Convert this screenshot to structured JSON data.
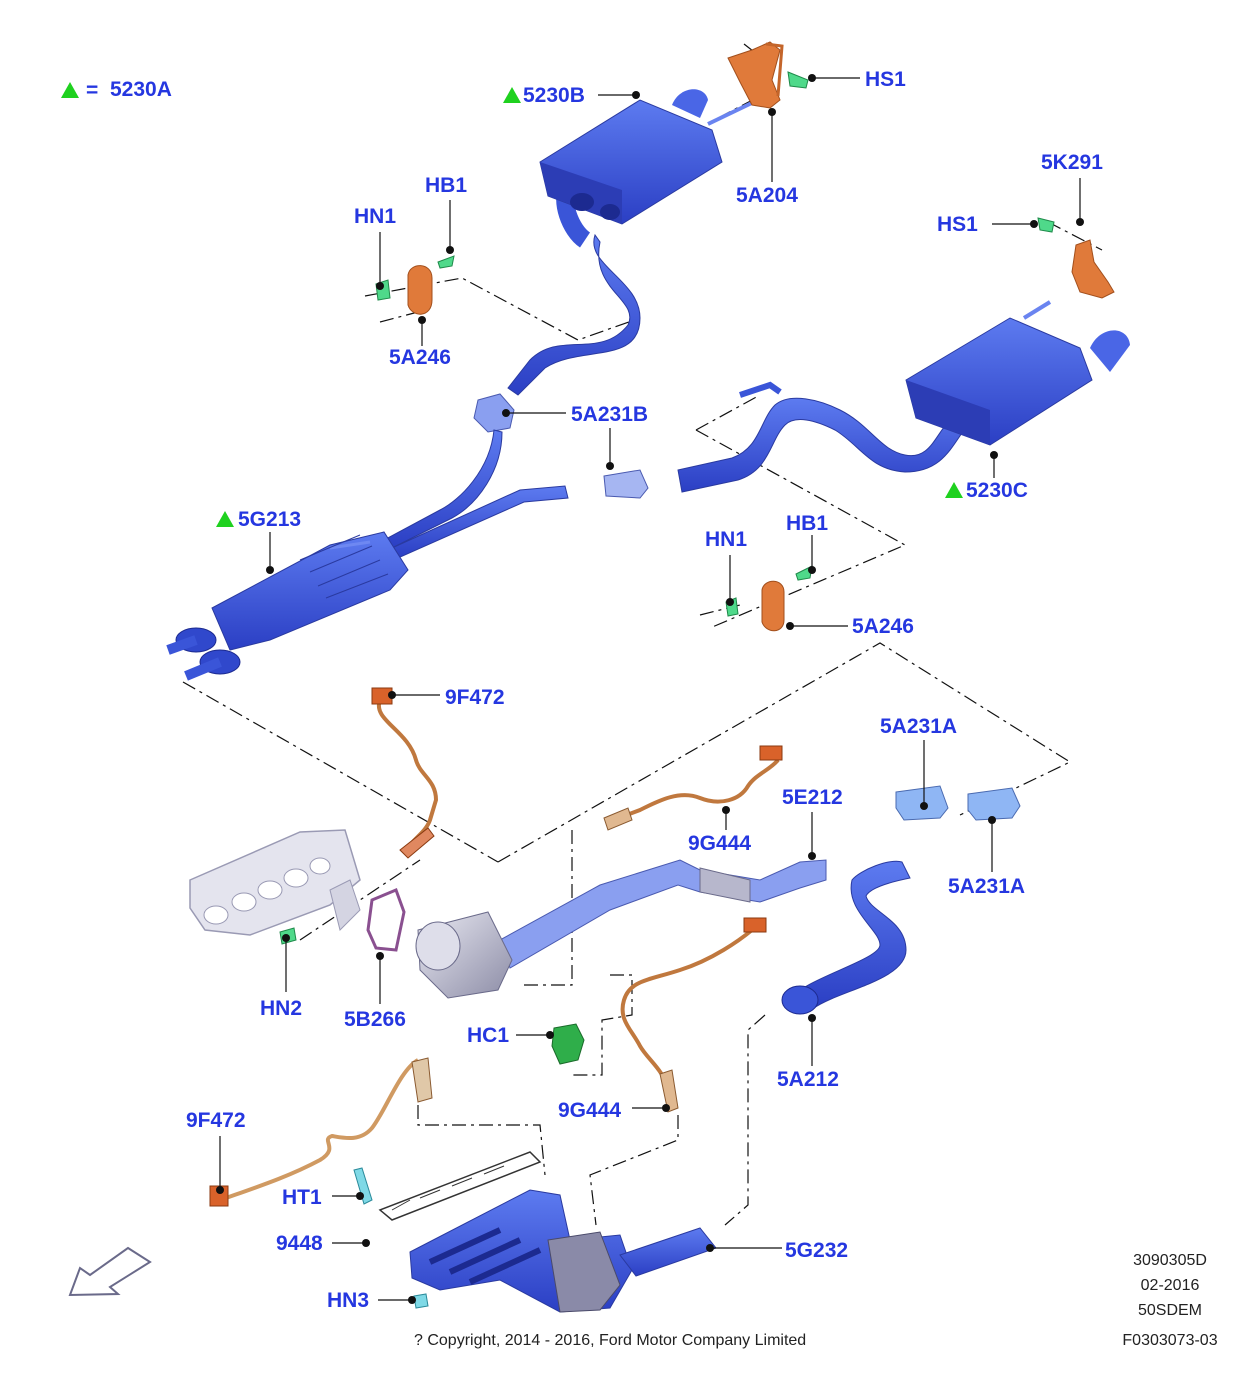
{
  "legend": {
    "symbol": "green-triangle",
    "equals": "=",
    "part": "5230A"
  },
  "labels": {
    "hs1_top": "HS1",
    "p5230b": "5230B",
    "p5a204": "5A204",
    "hb1_left": "HB1",
    "hn1_left": "HN1",
    "p5a246_left": "5A246",
    "p5k291": "5K291",
    "hs1_right": "HS1",
    "p5a231b": "5A231B",
    "p5g213": "5G213",
    "p5230c": "5230C",
    "hn1_right": "HN1",
    "hb1_right": "HB1",
    "p5a246_right": "5A246",
    "p9f472_top": "9F472",
    "p5a231a_top": "5A231A",
    "p5e212": "5E212",
    "p9g444_top": "9G444",
    "p5a231a_bottom": "5A231A",
    "hn2": "HN2",
    "p5b266": "5B266",
    "hc1": "HC1",
    "p5a212": "5A212",
    "p9f472_bottom": "9F472",
    "p9g444_bottom": "9G444",
    "ht1": "HT1",
    "p9448": "9448",
    "p5g232": "5G232",
    "hn3": "HN3"
  },
  "info": {
    "code": "3090305D",
    "date": "02-2016",
    "model": "50SDEM",
    "ref": "F0303073-03",
    "copyright": "? Copyright, 2014 - 2016, Ford Motor Company Limited"
  },
  "colors": {
    "label": "#2537e0",
    "marker": "#1fd11f",
    "pipe": "#3a55d8",
    "pipe_light": "#8a9ff0",
    "bracket": "#e07a3a",
    "fastener": "#4fd98a",
    "manifold": "#d6d6e6"
  }
}
